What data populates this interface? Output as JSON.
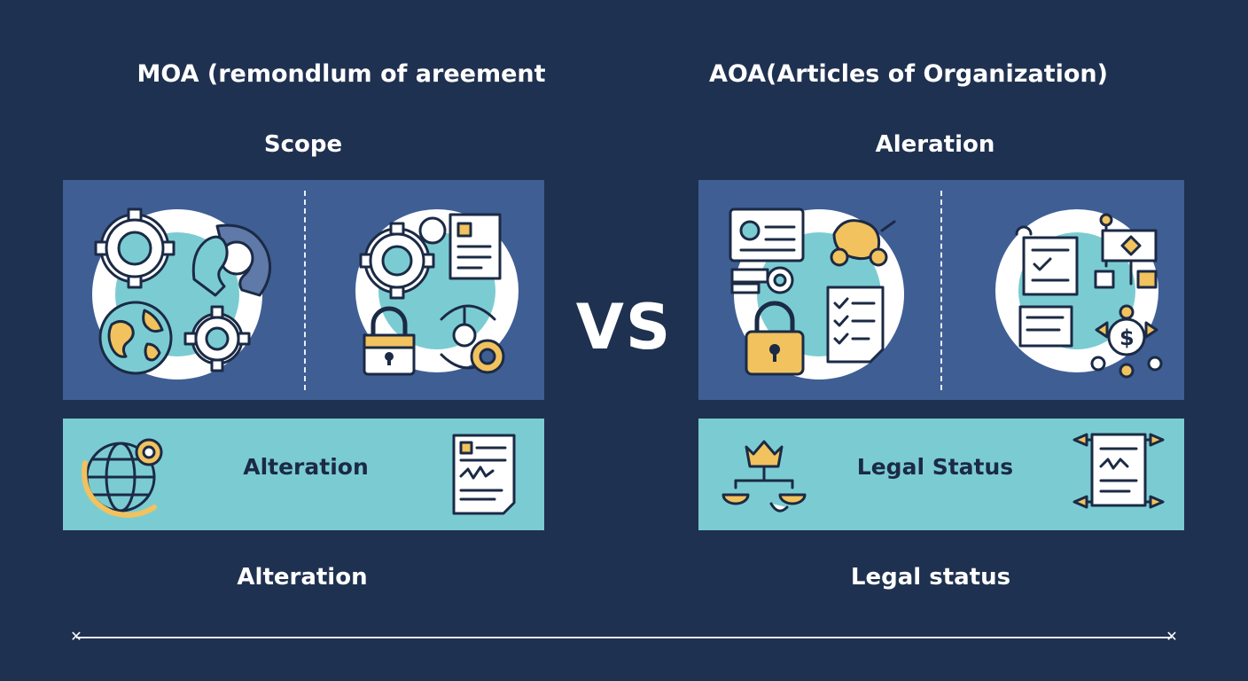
{
  "left": {
    "heading": "MOA (remondlum of areement",
    "subheading": "Scope",
    "band_label": "Alteration",
    "caption": "Alteration"
  },
  "right": {
    "heading": "AOA(Articles of Organization)",
    "subheading": "Aleration",
    "band_label": "Legal Status",
    "caption": "Legal status"
  },
  "vs_label": "VS",
  "colors": {
    "background": "#1f3150",
    "panel_blue": "#3f5e94",
    "panel_teal": "#7bccd2",
    "accent_gold": "#f1c25d",
    "ink": "#1b2a45"
  },
  "icons": [
    "gears-icon",
    "globe-icon",
    "head-gear-icon",
    "checklist-document-icon",
    "padlock-icon",
    "cycle-arrows-icon",
    "id-card-icon",
    "key-icon",
    "network-icon",
    "scroll-icon",
    "certificate-icon",
    "dollar-network-icon",
    "globe-pin-icon",
    "signed-document-icon",
    "scales-crown-icon",
    "contract-scroll-icon"
  ]
}
